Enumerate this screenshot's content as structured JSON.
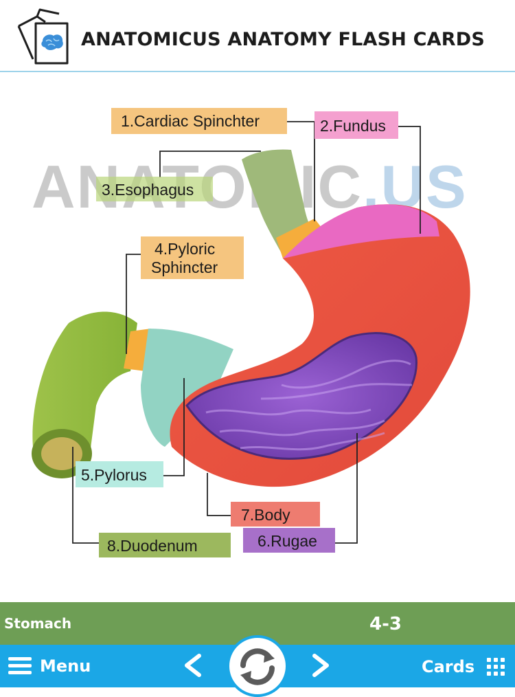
{
  "app": {
    "title": "ANATOMICUS ANATOMY FLASH CARDS",
    "logo_icon": "brain-cards-icon"
  },
  "card": {
    "watermark_main": "ANATOMIC",
    "watermark_dot": ".",
    "watermark_end": "US",
    "labels": {
      "cardiac": "1.Cardiac Spinchter",
      "fundus": "2.Fundus",
      "esophagus": "3.Esophagus",
      "pyloric_line1": "4.Pyloric",
      "pyloric_line2": "Sphincter",
      "pylorus": "5.Pylorus",
      "rugae": "6.Rugae",
      "body": "7.Body",
      "duodenum": "8.Duodenum"
    },
    "colors": {
      "cardiac": "#f5c57f",
      "fundus": "#f4a0cf",
      "esophagus": "#b9d67a",
      "pyloric": "#f5c57f",
      "pylorus": "#b6ebe1",
      "rugae": "#a770c9",
      "body": "#ee7c70",
      "duodenum": "#9cb85e"
    }
  },
  "status": {
    "topic": "Stomach",
    "counter": "4-3"
  },
  "nav": {
    "menu_label": "Menu",
    "menu_icon": "hamburger-icon",
    "prev_icon": "chevron-left-icon",
    "flip_icon": "refresh-icon",
    "next_icon": "chevron-right-icon",
    "cards_label": "Cards",
    "cards_icon": "grid-icon",
    "accent": "#1ba7e6",
    "status_color": "#6e9e55"
  }
}
